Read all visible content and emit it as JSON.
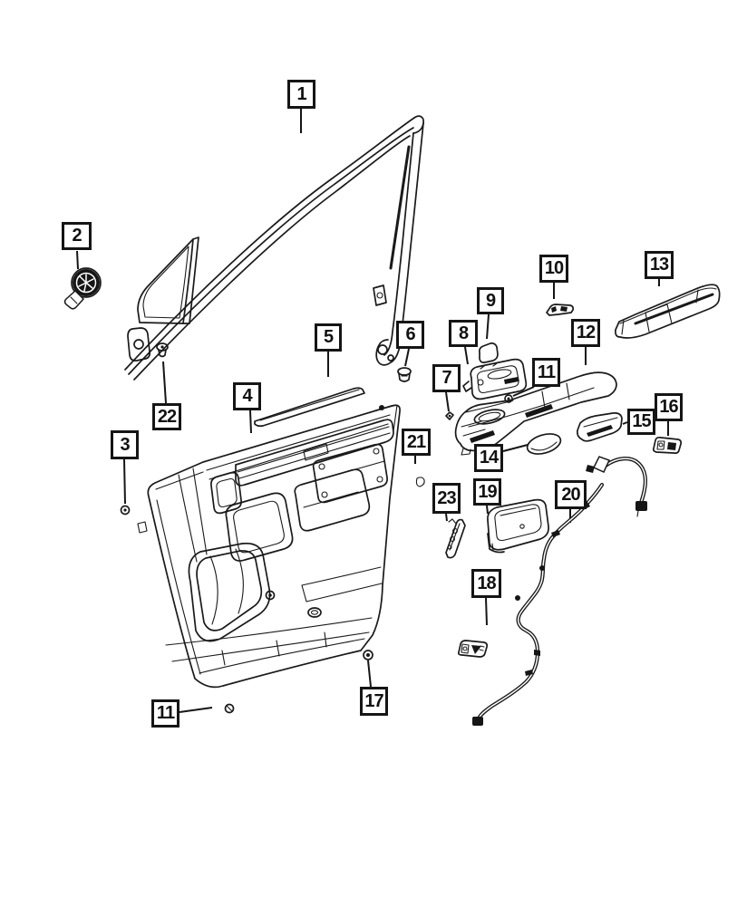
{
  "diagram": {
    "colors": {
      "background": "#ffffff",
      "line_art": "#1a1a1a",
      "callout_border": "#151515",
      "callout_text": "#111111"
    },
    "callouts": [
      {
        "id": "1",
        "label": "1"
      },
      {
        "id": "2",
        "label": "2"
      },
      {
        "id": "3",
        "label": "3"
      },
      {
        "id": "4",
        "label": "4"
      },
      {
        "id": "5",
        "label": "5"
      },
      {
        "id": "6",
        "label": "6"
      },
      {
        "id": "7",
        "label": "7"
      },
      {
        "id": "8",
        "label": "8"
      },
      {
        "id": "9",
        "label": "9"
      },
      {
        "id": "10",
        "label": "10"
      },
      {
        "id": "11",
        "label": "11"
      },
      {
        "id": "12",
        "label": "12"
      },
      {
        "id": "13",
        "label": "13"
      },
      {
        "id": "14",
        "label": "14"
      },
      {
        "id": "15",
        "label": "15"
      },
      {
        "id": "16",
        "label": "16"
      },
      {
        "id": "17",
        "label": "17"
      },
      {
        "id": "18",
        "label": "18"
      },
      {
        "id": "19",
        "label": "19"
      },
      {
        "id": "20",
        "label": "20"
      },
      {
        "id": "21",
        "label": "21"
      },
      {
        "id": "22",
        "label": "22"
      },
      {
        "id": "23",
        "label": "23"
      },
      {
        "id": "11b",
        "label": "11"
      }
    ]
  }
}
